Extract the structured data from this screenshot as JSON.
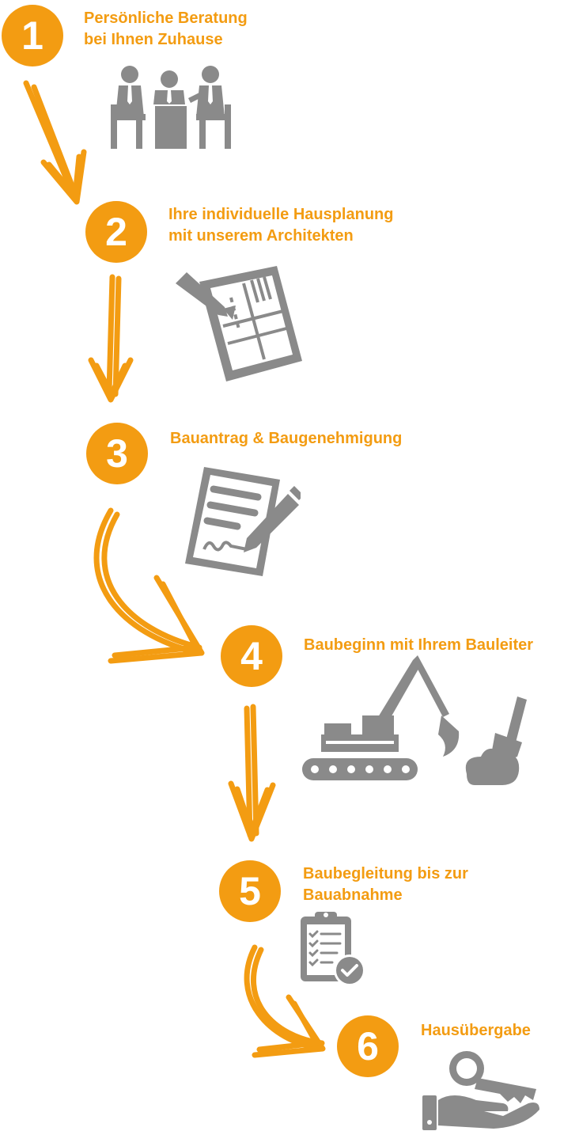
{
  "colors": {
    "accent": "#f39c12",
    "icon": "#8a8a8a",
    "background": "#ffffff"
  },
  "steps": [
    {
      "number": "1",
      "lines": [
        "Persönliche Beratung",
        "bei Ihnen Zuhause"
      ],
      "icon": "meeting-icon"
    },
    {
      "number": "2",
      "lines": [
        "Ihre individuelle Hausplanung",
        "mit unserem Architekten"
      ],
      "icon": "blueprint-icon"
    },
    {
      "number": "3",
      "lines": [
        "Bauantrag & Baugenehmigung"
      ],
      "icon": "document-sign-icon"
    },
    {
      "number": "4",
      "lines": [
        "Baubeginn mit Ihrem Bauleiter"
      ],
      "icon": "excavator-icon"
    },
    {
      "number": "5",
      "lines": [
        "Baubegleitung bis zur",
        "Bauabnahme"
      ],
      "icon": "clipboard-check-icon"
    },
    {
      "number": "6",
      "lines": [
        "Hausübergabe"
      ],
      "icon": "key-handover-icon"
    }
  ]
}
